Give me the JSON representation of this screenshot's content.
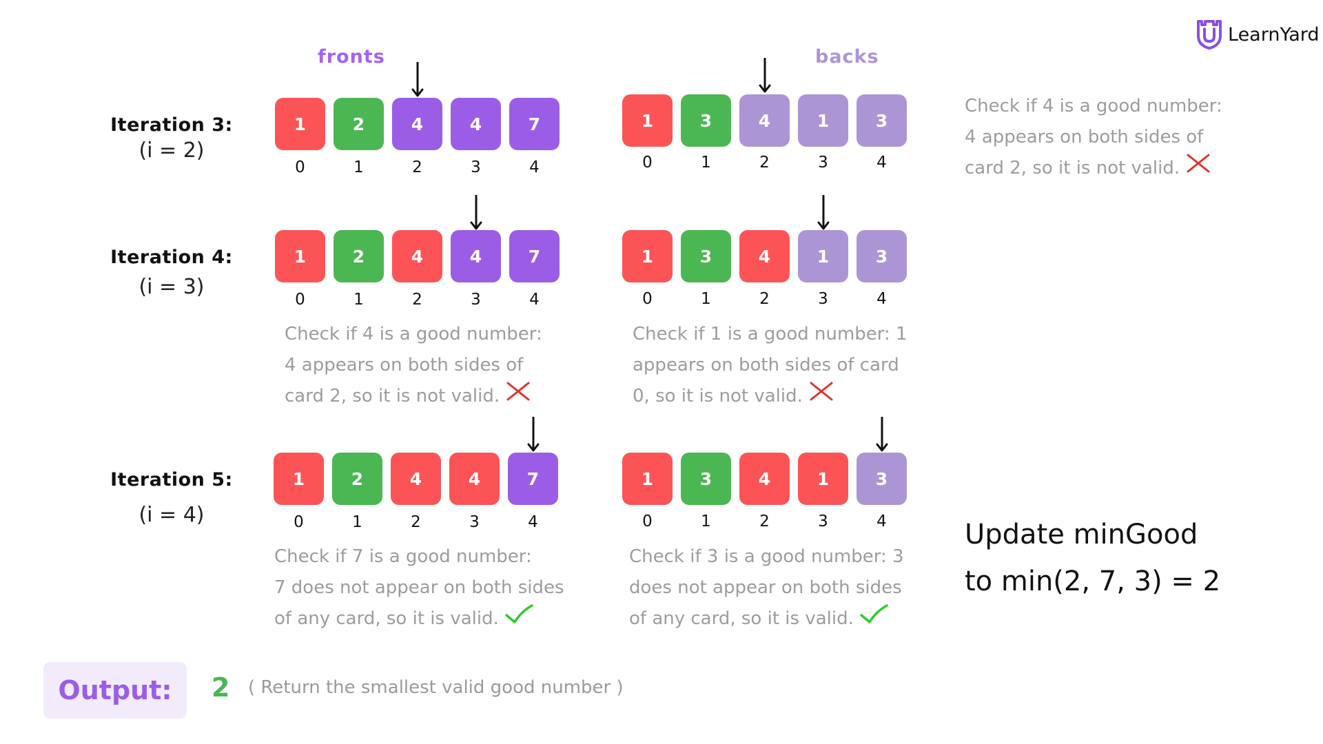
{
  "colors": {
    "red": "#fc5456",
    "green": "#4ab752",
    "purple": "#9b5de5",
    "lavender": "#ac95d5",
    "header_fronts": "#a264f0",
    "header_backs": "#ac95d5",
    "note_text": "#9c9c9c",
    "cross": "#e0322e",
    "check": "#2fc92f",
    "output_label": "#9b5de5",
    "output_value": "#4ab752"
  },
  "brand": {
    "name": "LearnYard",
    "icon": "shield-u-icon"
  },
  "headers": {
    "fronts": "fronts",
    "backs": "backs"
  },
  "iterations": [
    {
      "title": "Iteration 3:",
      "subtitle": "(i = 2)",
      "fronts": {
        "values": [
          "1",
          "2",
          "4",
          "4",
          "7"
        ],
        "colors": [
          "red",
          "green",
          "purple",
          "purple",
          "purple"
        ],
        "pointer_index": 2
      },
      "backs": {
        "values": [
          "1",
          "3",
          "4",
          "1",
          "3"
        ],
        "colors": [
          "red",
          "green",
          "lavender",
          "lavender",
          "lavender"
        ],
        "pointer_index": 2
      },
      "indices": [
        "0",
        "1",
        "2",
        "3",
        "4"
      ]
    },
    {
      "title": "Iteration 4:",
      "subtitle": "(i = 3)",
      "fronts": {
        "values": [
          "1",
          "2",
          "4",
          "4",
          "7"
        ],
        "colors": [
          "red",
          "green",
          "red",
          "purple",
          "purple"
        ],
        "pointer_index": 3
      },
      "backs": {
        "values": [
          "1",
          "3",
          "4",
          "1",
          "3"
        ],
        "colors": [
          "red",
          "green",
          "red",
          "lavender",
          "lavender"
        ],
        "pointer_index": 3
      },
      "indices": [
        "0",
        "1",
        "2",
        "3",
        "4"
      ]
    },
    {
      "title": "Iteration 5:",
      "subtitle": "(i = 4)",
      "fronts": {
        "values": [
          "1",
          "2",
          "4",
          "4",
          "7"
        ],
        "colors": [
          "red",
          "green",
          "red",
          "red",
          "purple"
        ],
        "pointer_index": 4
      },
      "backs": {
        "values": [
          "1",
          "3",
          "4",
          "1",
          "3"
        ],
        "colors": [
          "red",
          "green",
          "red",
          "red",
          "lavender"
        ],
        "pointer_index": 4
      },
      "indices": [
        "0",
        "1",
        "2",
        "3",
        "4"
      ]
    }
  ],
  "notes": {
    "iter3": {
      "lines": [
        "Check if 4 is a good number:",
        "4 appears on both sides of",
        "card 2, so it is not valid."
      ],
      "mark": "cross-icon"
    },
    "iter4_fronts": {
      "lines": [
        "Check if 4 is a good number:",
        "4 appears on both sides of",
        "card 2, so it is not valid."
      ],
      "mark": "cross-icon"
    },
    "iter4_backs": {
      "lines": [
        "Check if 1 is a good number: 1",
        "appears on both sides of card",
        "0, so it is not valid."
      ],
      "mark": "cross-icon"
    },
    "iter5_fronts": {
      "lines": [
        "Check if 7 is a good number:",
        "7 does not appear on both sides",
        "of any card, so it is valid."
      ],
      "mark": "check-icon"
    },
    "iter5_backs": {
      "lines": [
        "Check if 3 is a good number: 3",
        "does not appear on both sides",
        "of any card, so it is valid."
      ],
      "mark": "check-icon"
    }
  },
  "update": {
    "lines": [
      "Update minGood",
      "to min(2, 7, 3) = 2"
    ]
  },
  "output": {
    "label": "Output:",
    "value": "2",
    "note": "( Return the smallest valid good number )"
  }
}
